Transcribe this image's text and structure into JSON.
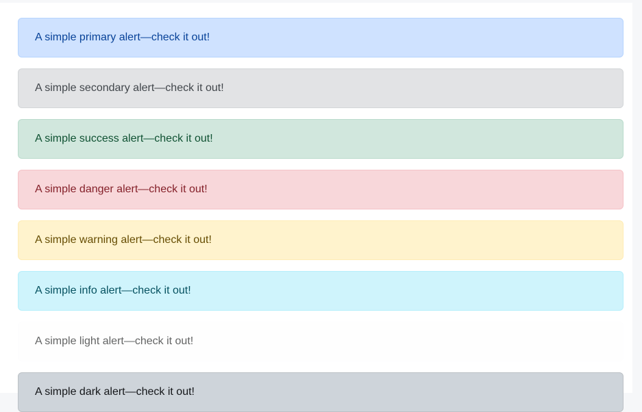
{
  "page": {
    "background_color": "#f6f7f9",
    "surface_color": "#ffffff"
  },
  "alerts": [
    {
      "variant": "primary",
      "text": "A simple primary alert—check it out!",
      "background_color": "#cfe2ff",
      "text_color": "#084298",
      "border_color": "#b6d4fe"
    },
    {
      "variant": "secondary",
      "text": "A simple secondary alert—check it out!",
      "background_color": "#e2e3e5",
      "text_color": "#41464b",
      "border_color": "#d3d6d8"
    },
    {
      "variant": "success",
      "text": "A simple success alert—check it out!",
      "background_color": "#d1e7dd",
      "text_color": "#0f5132",
      "border_color": "#badbcc"
    },
    {
      "variant": "danger",
      "text": "A simple danger alert—check it out!",
      "background_color": "#f8d7da",
      "text_color": "#842029",
      "border_color": "#f5c2c7"
    },
    {
      "variant": "warning",
      "text": "A simple warning alert—check it out!",
      "background_color": "#fff3cd",
      "text_color": "#664d03",
      "border_color": "#ffecb5"
    },
    {
      "variant": "info",
      "text": "A simple info alert—check it out!",
      "background_color": "#cff4fc",
      "text_color": "#055160",
      "border_color": "#b6effb"
    },
    {
      "variant": "light",
      "text": "A simple light alert—check it out!",
      "background_color": "#fefefe",
      "text_color": "#636464",
      "border_color": "#fdfdfe"
    },
    {
      "variant": "dark",
      "text": "A simple dark alert—check it out!",
      "background_color": "#ced4da",
      "text_color": "#141619",
      "border_color": "#bcc1c6"
    }
  ]
}
